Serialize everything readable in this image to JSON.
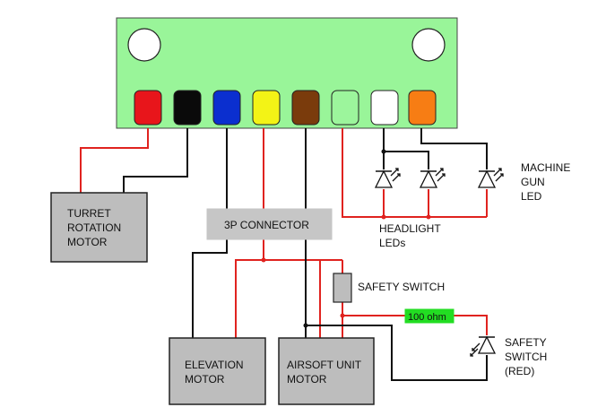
{
  "colors": {
    "board": "#99f599",
    "board_border": "#444444",
    "box_fill": "#bdbdbd",
    "box_border": "#222222",
    "connector_fill": "#c6c6c6",
    "wire_red": "#e0231f",
    "wire_black": "#111111",
    "resistor_fill": "#22dd22"
  },
  "board": {
    "ports": [
      {
        "name": "red",
        "color": "#e8151b"
      },
      {
        "name": "black",
        "color": "#0a0a0a"
      },
      {
        "name": "blue",
        "color": "#0b2fcf"
      },
      {
        "name": "yellow",
        "color": "#f3f316"
      },
      {
        "name": "brown",
        "color": "#7a3b0c"
      },
      {
        "name": "green",
        "color": "#9cf59c"
      },
      {
        "name": "white",
        "color": "#ffffff"
      },
      {
        "name": "orange",
        "color": "#f77d14"
      }
    ]
  },
  "labels": {
    "turret_motor": [
      "TURRET",
      "ROTATION",
      "MOTOR"
    ],
    "connector": "3P CONNECTOR",
    "headlight": [
      "HEADLIGHT",
      "LEDs"
    ],
    "machine_gun": [
      "MACHINE",
      "GUN",
      "LED"
    ],
    "safety_switch": "SAFETY SWITCH",
    "resistor": "100 ohm",
    "safety_switch_led": [
      "SAFETY",
      "SWITCH",
      "(RED)"
    ],
    "elevation_motor": [
      "ELEVATION",
      "MOTOR"
    ],
    "airsoft_motor": [
      "AIRSOFT UNIT",
      "MOTOR"
    ]
  }
}
